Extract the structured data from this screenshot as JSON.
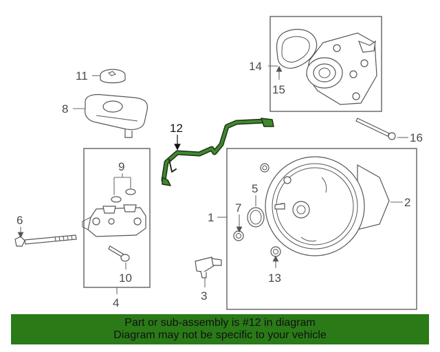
{
  "callouts": [
    "1",
    "2",
    "3",
    "4",
    "5",
    "6",
    "7",
    "8",
    "9",
    "10",
    "11",
    "12",
    "13",
    "14",
    "15",
    "16"
  ],
  "banner": {
    "line1": "Part or sub-assembly is #12 in diagram",
    "line2": "Diagram may not be specific to your vehicle",
    "background": "#2a7a18"
  },
  "colors": {
    "highlight_part": "#2c7a1c",
    "line_art": "#555555"
  },
  "highlighted_callout": "12"
}
